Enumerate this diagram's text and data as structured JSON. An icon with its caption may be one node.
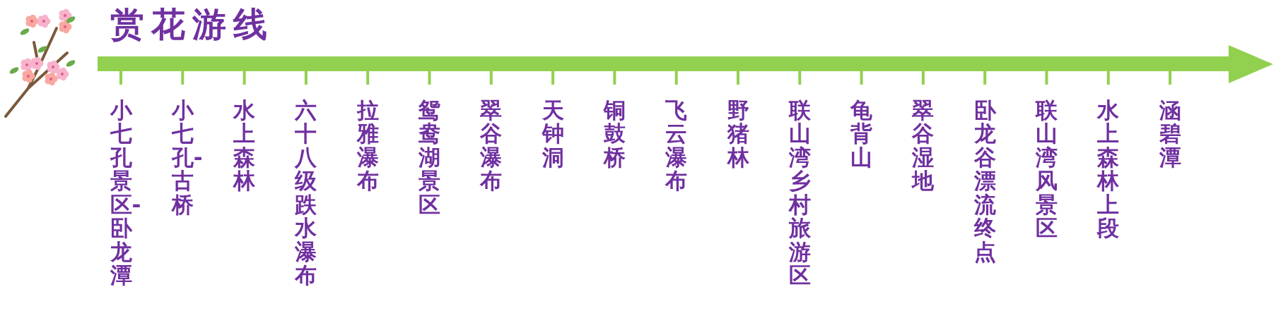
{
  "diagram": {
    "title": "赏花游线",
    "labels": [
      "小七孔景区-卧龙潭",
      "小七孔-古桥",
      "水上森林",
      "六十八级跌水瀑布",
      "拉雅瀑布",
      "鸳鸯湖景区",
      "翠谷瀑布",
      "天钟洞",
      "铜鼓桥",
      "飞云瀑布",
      "野猪林",
      "联山湾乡村旅游区",
      "龟背山",
      "翠谷湿地",
      "卧龙谷漂流终点",
      "联山湾风景区",
      "水上森林上段",
      "涵碧潭"
    ]
  }
}
